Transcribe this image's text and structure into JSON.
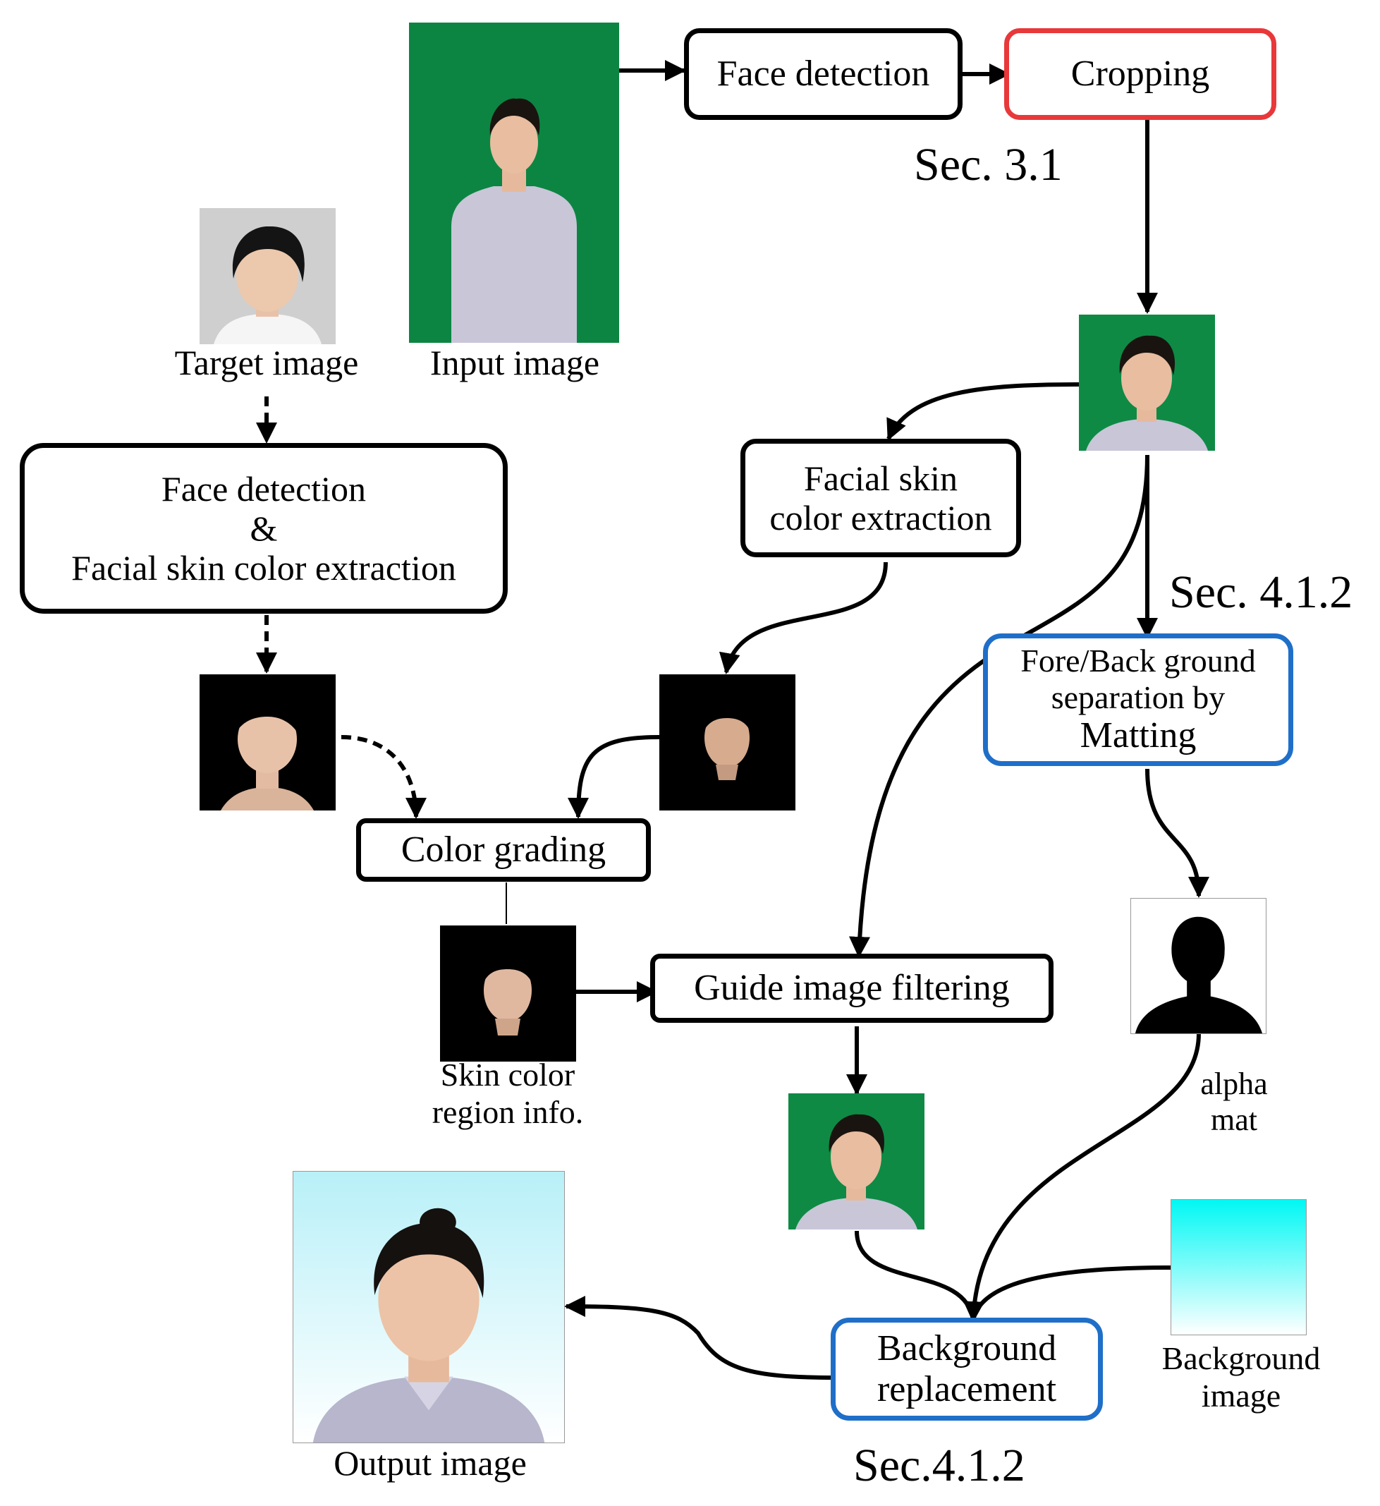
{
  "boxes": {
    "face_detection_top": "Face detection",
    "cropping": "Cropping",
    "face_detection_target": [
      "Face detection",
      "&",
      "Facial skin color extraction"
    ],
    "facial_skin": [
      "Facial skin",
      "color extraction"
    ],
    "matting": [
      "Fore/Back ground",
      "separation by",
      "Matting"
    ],
    "color_grading": "Color grading",
    "guide_filtering": "Guide image filtering",
    "background_replacement": [
      "Background",
      "replacement"
    ]
  },
  "labels": {
    "target_image": "Target image",
    "input_image": "Input image",
    "skin_color_region": [
      "Skin color",
      "region info."
    ],
    "alpha_mat": [
      "alpha",
      "mat"
    ],
    "background_image": [
      "Background",
      "image"
    ],
    "output_image": "Output image"
  },
  "sections": {
    "sec_3_1": "Sec. 3.1",
    "sec_4_1_2_right": "Sec. 4.1.2",
    "sec_4_1_2_bottom": "Sec.4.1.2"
  },
  "colors": {
    "green_screen": "#0e8a45",
    "box_red": "#e8383a",
    "box_blue": "#1f6fc9",
    "sky_top": "#b8f0f8",
    "cyan": "#00f8f4"
  },
  "icons": {
    "person_photo": "person-photo-icon",
    "skin_mask": "skin-mask-icon",
    "alpha_silhouette": "silhouette-icon",
    "gradient": "gradient-swatch-icon"
  }
}
